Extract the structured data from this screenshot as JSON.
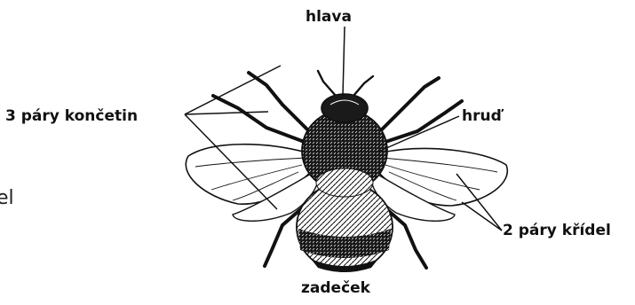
{
  "labels": {
    "head": "hlava",
    "thorax": "hruď",
    "abdomen": "zadeček",
    "legs": "3 páry končetin",
    "wings": "2 páry křídel"
  },
  "edge_fragment": "el",
  "colors": {
    "ink": "#111111",
    "background": "#ffffff"
  },
  "illustration": "bumblebee-drawing"
}
